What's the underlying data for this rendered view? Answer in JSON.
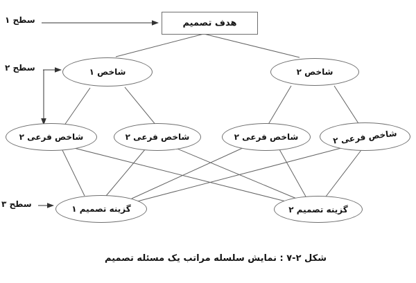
{
  "figure": {
    "caption": "شکل ۲-۷ : نمایش سلسله مراتب یک مسئله تصمیم"
  },
  "levels": {
    "level1": "سطح ۱",
    "level2": "سطح ۲",
    "level3": "سطح ۳"
  },
  "nodes": {
    "goal": "هدف تصمیم",
    "criterion1": "شاخص ۱",
    "criterion2": "شاخص ۲",
    "subcriterion1": "شاخص فرعی ۲",
    "subcriterion2": "شاخص فرعی ۲",
    "subcriterion3": "شاخص فرعی ۲",
    "subcriterion4": "شاخص فرعی ۲",
    "alternative1": "گزینه تصمیم ۱",
    "alternative2": "گزینه تصمیم ۲"
  },
  "edges": [
    {
      "from": "goal",
      "to": "criterion1"
    },
    {
      "from": "goal",
      "to": "criterion2"
    },
    {
      "from": "criterion1",
      "to": "subcriterion1"
    },
    {
      "from": "criterion1",
      "to": "subcriterion2"
    },
    {
      "from": "criterion2",
      "to": "subcriterion3"
    },
    {
      "from": "criterion2",
      "to": "subcriterion4"
    },
    {
      "from": "subcriterion1",
      "to": "alternative1"
    },
    {
      "from": "subcriterion1",
      "to": "alternative2"
    },
    {
      "from": "subcriterion2",
      "to": "alternative1"
    },
    {
      "from": "subcriterion2",
      "to": "alternative2"
    },
    {
      "from": "subcriterion3",
      "to": "alternative1"
    },
    {
      "from": "subcriterion3",
      "to": "alternative2"
    },
    {
      "from": "subcriterion4",
      "to": "alternative1"
    },
    {
      "from": "subcriterion4",
      "to": "alternative2"
    }
  ],
  "colors": {
    "background": "#ffffff",
    "line": "#636363",
    "node_border": "#6e6e6e",
    "text": "#141414"
  }
}
